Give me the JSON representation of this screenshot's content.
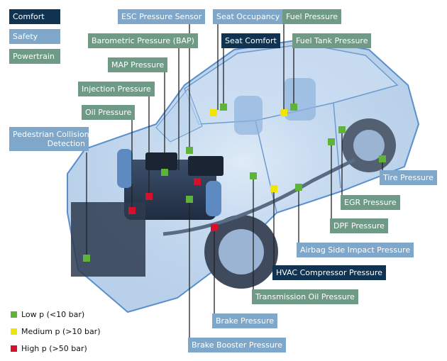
{
  "categories": {
    "comfort": "Comfort",
    "safety": "Safety",
    "powertrain": "Powertrain"
  },
  "labels": {
    "esc": "ESC Pressure Sensor",
    "seat_occupancy": "Seat Occupancy",
    "fuel_pressure": "Fuel Pressure",
    "bap": "Barometric Pressure (BAP)",
    "seat_comfort": "Seat Comfort",
    "fuel_tank": "Fuel Tank Pressure",
    "map": "MAP Pressure",
    "injection": "Injection Pressure",
    "oil": "Oil Pressure",
    "pedestrian_line1": "Pedestrian Collision",
    "pedestrian_line2": "Detection",
    "tire": "Tire Pressure",
    "egr": "EGR Pressure",
    "dpf": "DPF Pressure",
    "airbag": "Airbag Side Impact Pressure",
    "hvac": "HVAC Compressor Pressure",
    "transmission": "Transmission Oil Pressure",
    "brake": "Brake Pressure",
    "brake_booster": "Brake Booster Pressure"
  },
  "legend": {
    "low": "Low p (<10 bar)",
    "medium": "Medium p (>10 bar)",
    "high": "High p (>50 bar)"
  },
  "colors": {
    "comfort": "#0f3350",
    "safety": "#7ea7c9",
    "powertrain": "#6f9a86",
    "low": "#5fb33a",
    "medium": "#f2e600",
    "high": "#d4102a",
    "car_body": "#4f86c6"
  }
}
